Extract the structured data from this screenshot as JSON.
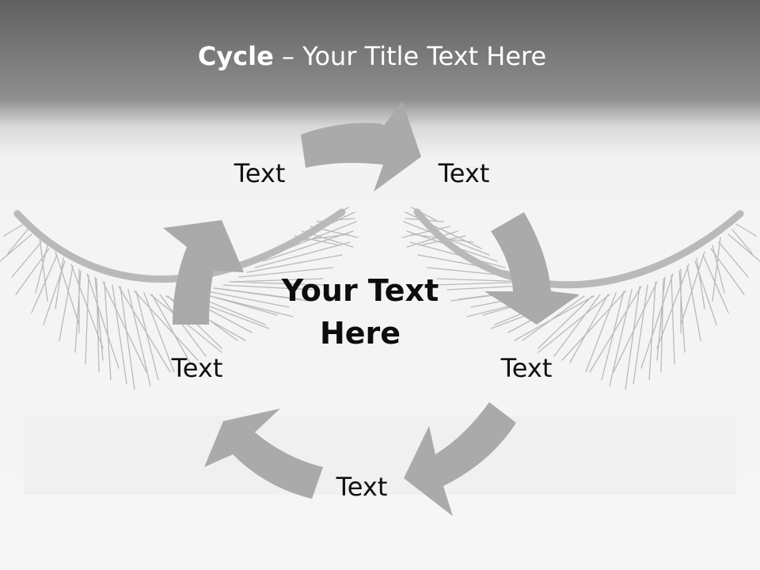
{
  "title": {
    "bold": "Cycle",
    "rest": " – Your Title Text Here"
  },
  "center_text": {
    "line1": "Your Text",
    "line2": "Here"
  },
  "labels": [
    "Text",
    "Text",
    "Text",
    "Text",
    "Text"
  ],
  "colors": {
    "arrow": "#aaaaaa",
    "lash": "#b8b8b8",
    "header": "#6b6b6b"
  }
}
